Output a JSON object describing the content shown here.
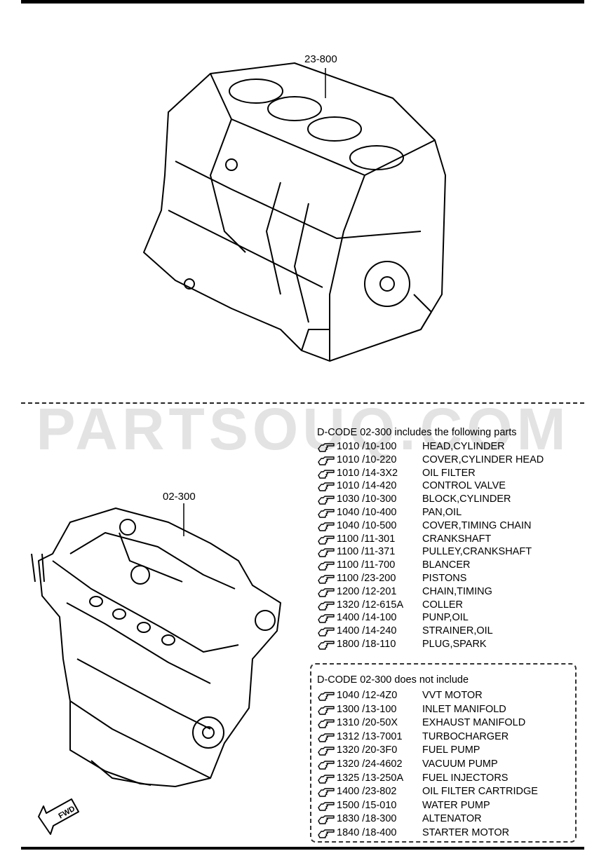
{
  "callouts": {
    "block": "23-800",
    "engine": "02-300",
    "fwd": "FWD"
  },
  "watermark": "PARTSOUQ.COM",
  "includes": {
    "heading": "D-CODE 02-300 includes the following parts",
    "items": [
      {
        "code": "1010 /10-100",
        "name": "HEAD,CYLINDER"
      },
      {
        "code": "1010 /10-220",
        "name": "COVER,CYLINDER HEAD"
      },
      {
        "code": "1010 /14-3X2",
        "name": "OIL FILTER"
      },
      {
        "code": "1010 /14-420",
        "name": "CONTROL VALVE"
      },
      {
        "code": "1030 /10-300",
        "name": "BLOCK,CYLINDER"
      },
      {
        "code": "1040 /10-400",
        "name": "PAN,OIL"
      },
      {
        "code": "1040 /10-500",
        "name": "COVER,TIMING CHAIN"
      },
      {
        "code": "1100 /11-301",
        "name": "CRANKSHAFT"
      },
      {
        "code": "1100 /11-371",
        "name": "PULLEY,CRANKSHAFT"
      },
      {
        "code": "1100 /11-700",
        "name": "BLANCER"
      },
      {
        "code": "1100 /23-200",
        "name": "PISTONS"
      },
      {
        "code": "1200 /12-201",
        "name": "CHAIN,TIMING"
      },
      {
        "code": "1320 /12-615A",
        "name": "COLLER"
      },
      {
        "code": "1400 /14-100",
        "name": "PUNP,OIL"
      },
      {
        "code": "1400 /14-240",
        "name": "STRAINER,OIL"
      },
      {
        "code": "1800 /18-110",
        "name": "PLUG,SPARK"
      }
    ]
  },
  "excludes": {
    "heading": "D-CODE 02-300 does not include",
    "items": [
      {
        "code": "1040 /12-4Z0",
        "name": "VVT MOTOR"
      },
      {
        "code": "1300 /13-100",
        "name": "INLET MANIFOLD"
      },
      {
        "code": "1310 /20-50X",
        "name": "EXHAUST MANIFOLD"
      },
      {
        "code": "1312 /13-7001",
        "name": "TURBOCHARGER"
      },
      {
        "code": "1320 /20-3F0",
        "name": "FUEL PUMP"
      },
      {
        "code": "1320 /24-4602",
        "name": "VACUUM PUMP"
      },
      {
        "code": "1325 /13-250A",
        "name": "FUEL INJECTORS"
      },
      {
        "code": "1400 /23-802",
        "name": "OIL FILTER CARTRIDGE"
      },
      {
        "code": "1500 /15-010",
        "name": "WATER PUMP"
      },
      {
        "code": "1830 /18-300",
        "name": "ALTENATOR"
      },
      {
        "code": "1840 /18-400",
        "name": "STARTER MOTOR"
      }
    ]
  }
}
